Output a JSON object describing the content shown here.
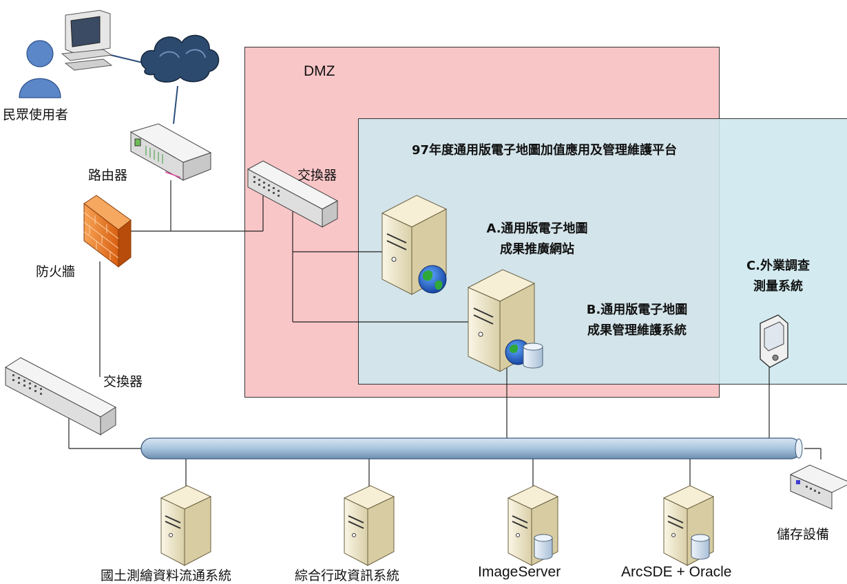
{
  "zones": {
    "dmz": "DMZ",
    "platform_title": "97年度通用版電子地圖加值應用及管理維護平台"
  },
  "nodes": {
    "public_user": "民眾使用者",
    "router": "路由器",
    "firewall": "防火牆",
    "switch_dmz": "交換器",
    "switch_internal": "交換器",
    "server_a": [
      "A.通用版電子地圖",
      "成果推廣網站"
    ],
    "server_b": [
      "B.通用版電子地圖",
      "成果管理維護系統"
    ],
    "system_c": [
      "C.外業調查",
      "測量系統"
    ],
    "storage": "儲存設備",
    "server_national": "國土測繪資料流通系統",
    "server_admin": "綜合行政資訊系統",
    "server_image": "ImageServer",
    "server_arcsde": "ArcSDE + Oracle"
  },
  "colors": {
    "dmz_fill": "#f9c6c8",
    "platform_fill": "#cde8ee",
    "backbone": "#a8c4de",
    "firewall": "#f07a1e",
    "server_body": "#efe6c8",
    "cloud": "#2c4a6e"
  },
  "icons": [
    "user-icon",
    "computer-icon",
    "cloud-icon",
    "router-icon",
    "firewall-icon",
    "switch-icon",
    "server-icon",
    "globe-icon",
    "database-icon",
    "pda-icon",
    "storage-icon"
  ]
}
